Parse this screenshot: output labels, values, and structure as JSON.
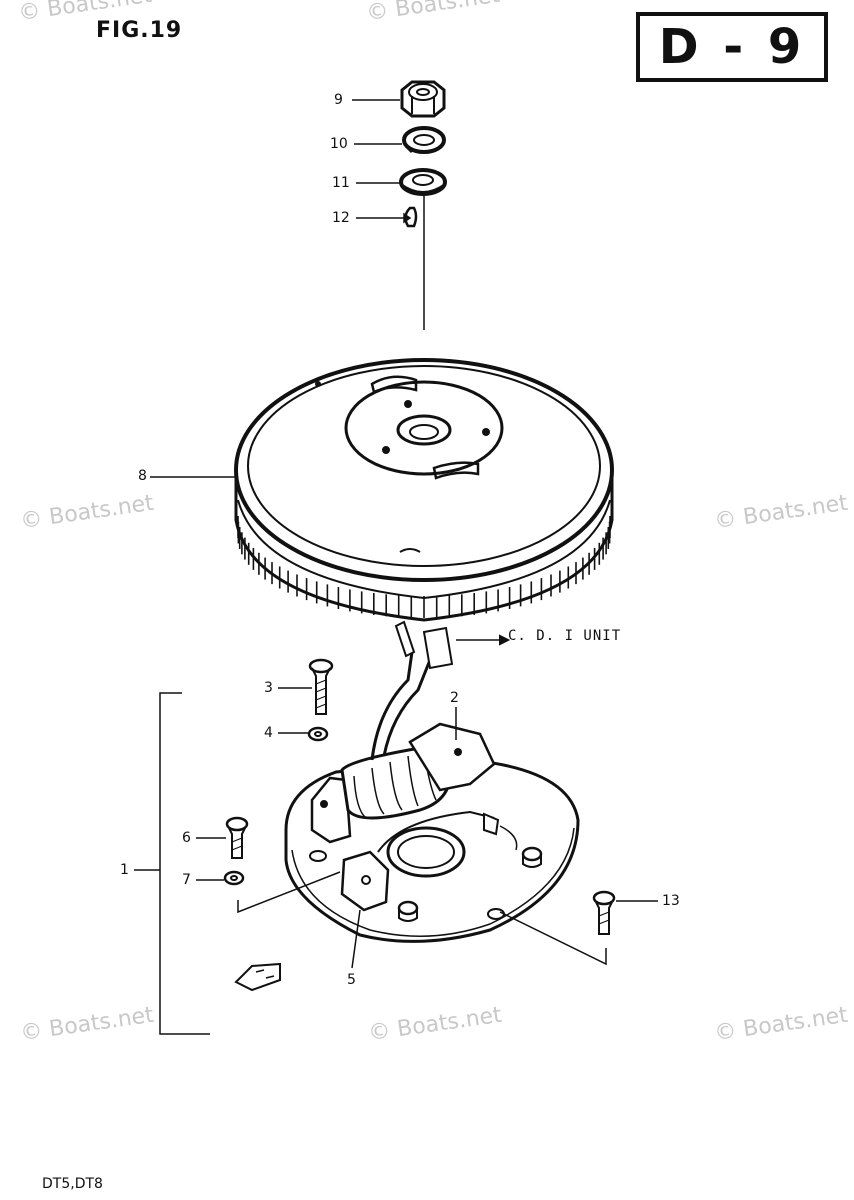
{
  "header": {
    "figure": "FIG.19",
    "page_code": "D - 9"
  },
  "footer": {
    "models": "DT5,DT8"
  },
  "destination_label": "C. D. I UNIT",
  "watermark": "© Boats.net",
  "callouts": [
    "9",
    "10",
    "11",
    "12",
    "8",
    "3",
    "4",
    "2",
    "6",
    "1",
    "7",
    "5",
    "13"
  ]
}
